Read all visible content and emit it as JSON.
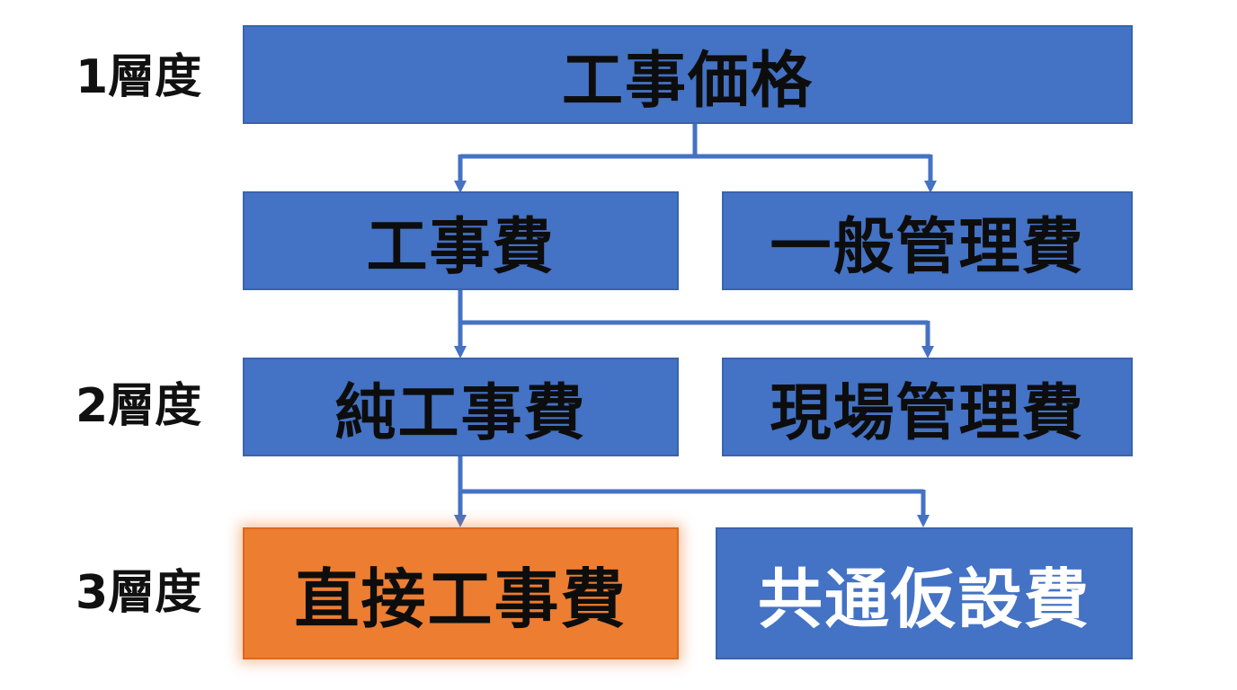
{
  "levels": {
    "level1": "1層度",
    "level2": "2層度",
    "level3": "3層度"
  },
  "nodes": {
    "construction_price": "工事価格",
    "construction_cost": "工事費",
    "general_admin_cost": "一般管理費",
    "net_construction_cost": "純工事費",
    "site_admin_cost": "現場管理費",
    "direct_construction_cost": "直接工事費",
    "common_temporary_cost": "共通仮設費"
  },
  "colors": {
    "box_blue": "#4472c4",
    "box_highlight_orange": "#ed7d31",
    "connector_blue": "#4472c4"
  }
}
